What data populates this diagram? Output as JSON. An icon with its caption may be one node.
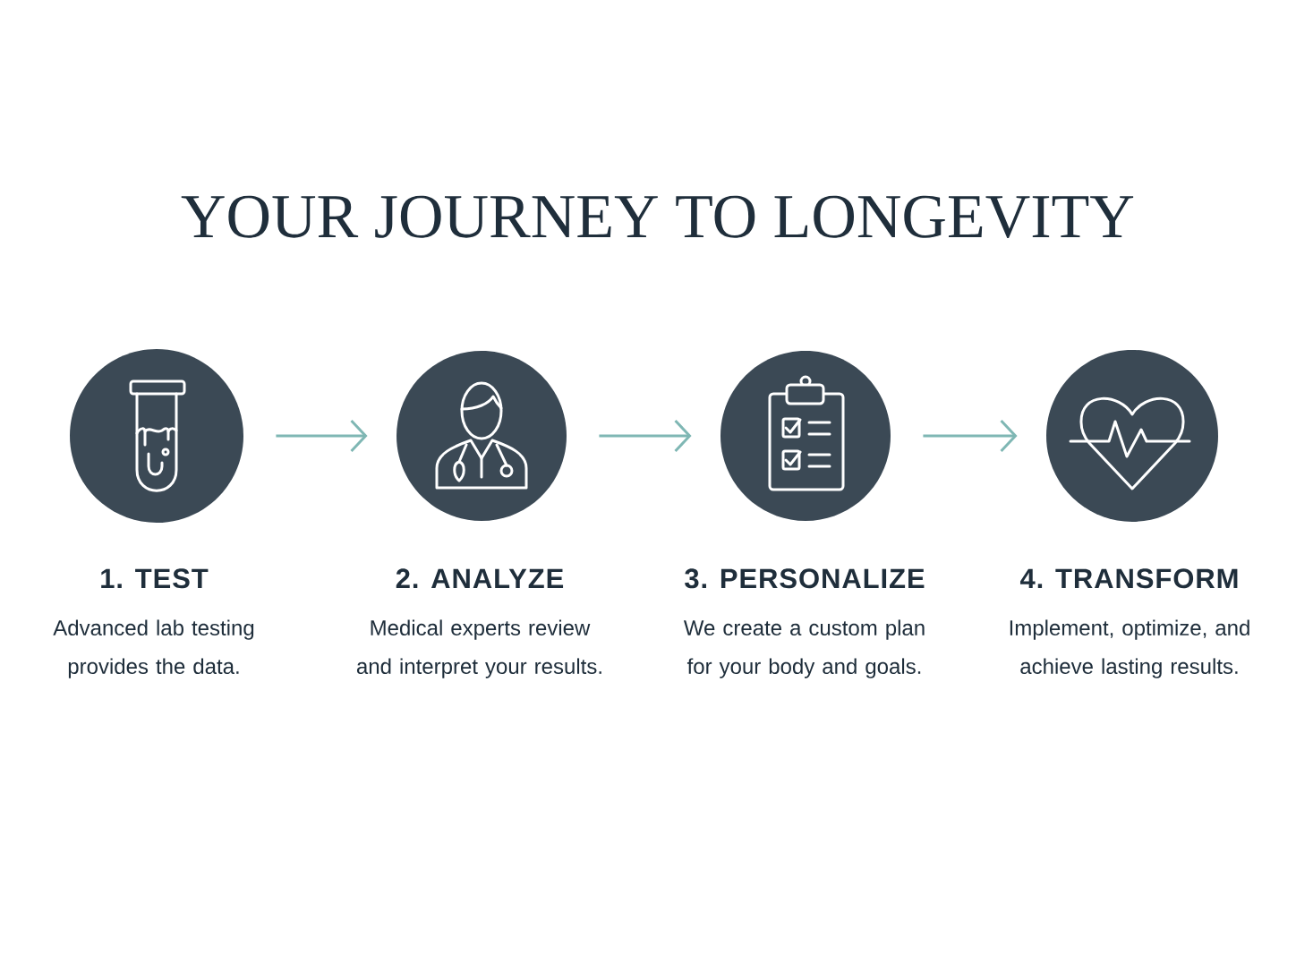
{
  "diagram": {
    "title": "YOUR JOURNEY TO LONGEVITY",
    "nodes": [
      {
        "text": [
          "1. TEST",
          "Advanced lab testing provides the data."
        ]
      },
      {
        "text": [
          "2. ANALYZE",
          "Medical experts review and interpret your results."
        ]
      },
      {
        "text": [
          "3. PERSONALIZE",
          "We create a custom plan for your body and goals."
        ]
      },
      {
        "text": [
          "4. TRANSFORM",
          "Implement, optimize, and achieve lasting results."
        ]
      }
    ],
    "edges": [
      {
        "from": 0,
        "to": 1,
        "arrow": "to"
      },
      {
        "from": 1,
        "to": 2,
        "arrow": "to"
      },
      {
        "from": 2,
        "to": 3,
        "arrow": "to"
      }
    ]
  }
}
